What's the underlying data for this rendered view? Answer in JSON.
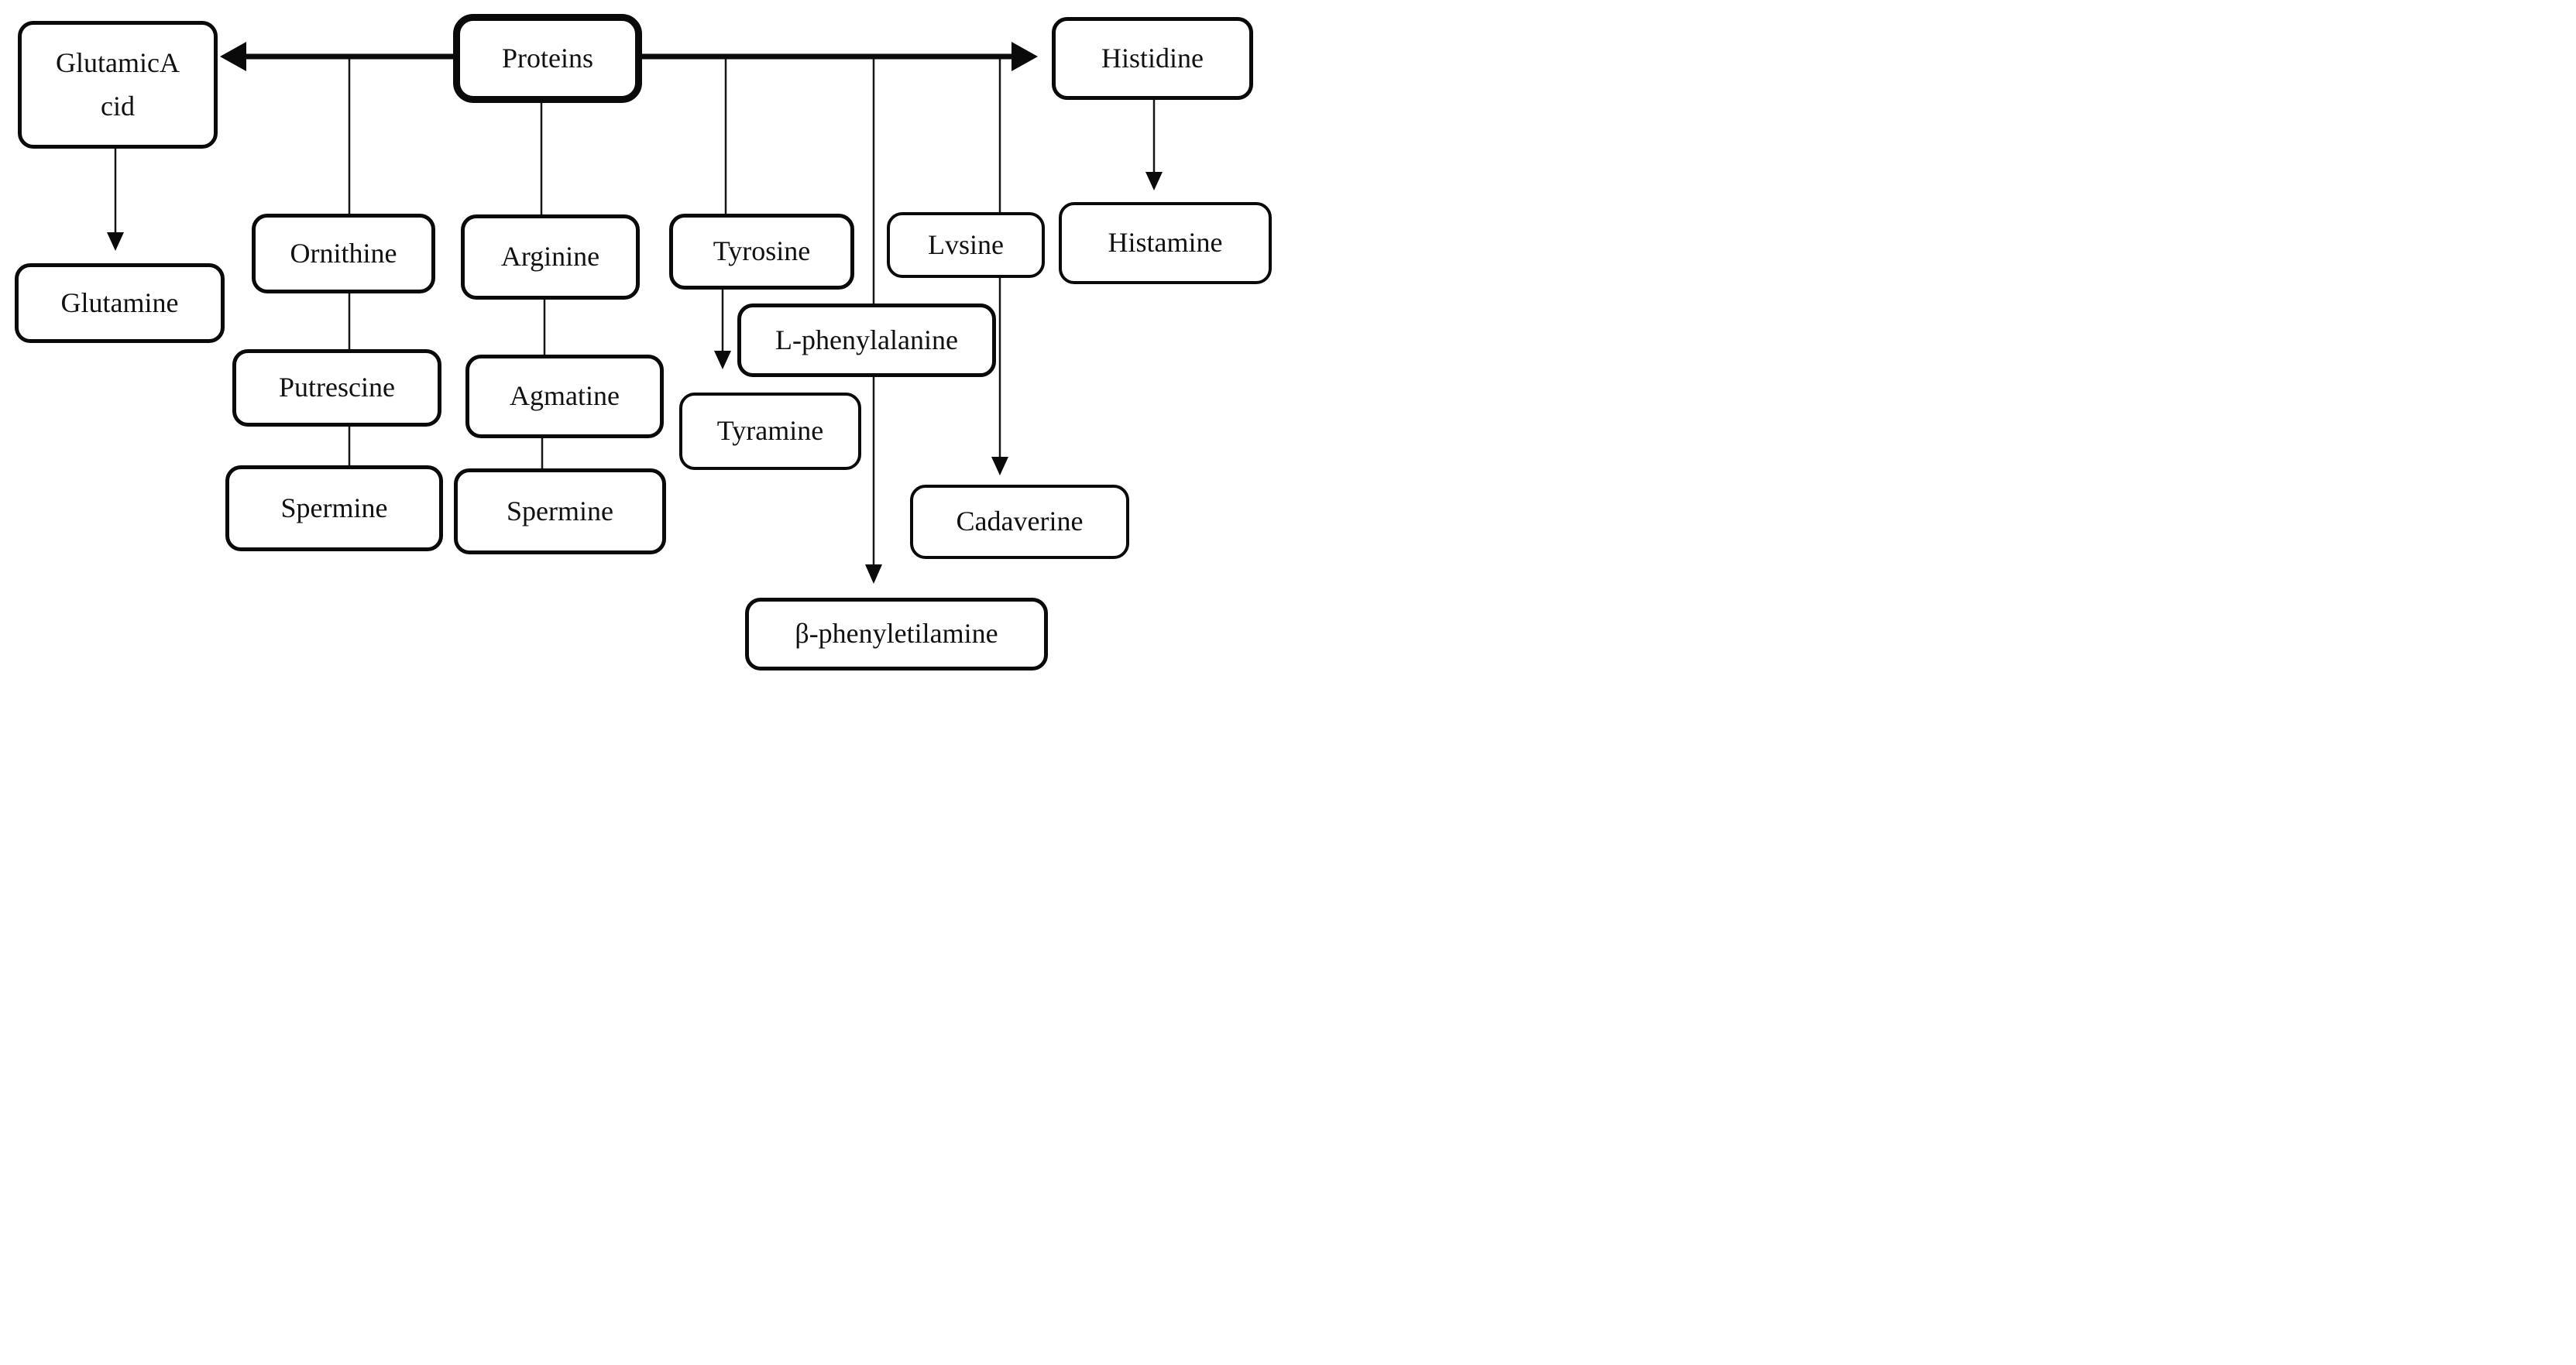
{
  "figure": {
    "type": "flowchart",
    "background_color": "#ffffff",
    "box_fill_color": "#ffffff",
    "box_border_color": "#0a0a0a",
    "line_color": "#161616",
    "text_color": "#111111"
  },
  "nodes": {
    "proteins": {
      "label": "Proteins"
    },
    "glutamic_acid": {
      "label": "GlutamicA\ncid"
    },
    "glutamine": {
      "label": "Glutamine"
    },
    "ornithine": {
      "label": "Ornithine"
    },
    "putrescine": {
      "label": "Putrescine"
    },
    "spermine_left": {
      "label": "Spermine"
    },
    "arginine": {
      "label": "Arginine"
    },
    "agmatine": {
      "label": "Agmatine"
    },
    "spermine_right": {
      "label": "Spermine"
    },
    "tyrosine": {
      "label": "Tyrosine"
    },
    "tyramine": {
      "label": "Tyramine"
    },
    "l_phenylalanine": {
      "label": "L-phenylalanine"
    },
    "beta_phenyletilamine": {
      "label": "β-phenyletilamine"
    },
    "lysine": {
      "label": "Lvsine"
    },
    "cadaverine": {
      "label": "Cadaverine"
    },
    "histidine": {
      "label": "Histidine"
    },
    "histamine": {
      "label": "Histamine"
    }
  },
  "edges": [
    {
      "from": "proteins",
      "to": "glutamic_acid",
      "style": "thick-arrow"
    },
    {
      "from": "proteins",
      "to": "histidine",
      "style": "thick-arrow"
    },
    {
      "from": "proteins",
      "to": "ornithine",
      "style": "line"
    },
    {
      "from": "proteins",
      "to": "arginine",
      "style": "line"
    },
    {
      "from": "proteins",
      "to": "tyrosine",
      "style": "line"
    },
    {
      "from": "proteins",
      "to": "l_phenylalanine",
      "style": "line"
    },
    {
      "from": "proteins",
      "to": "lysine",
      "style": "line"
    },
    {
      "from": "glutamic_acid",
      "to": "glutamine",
      "style": "arrow"
    },
    {
      "from": "ornithine",
      "to": "putrescine",
      "style": "line"
    },
    {
      "from": "putrescine",
      "to": "spermine_left",
      "style": "line"
    },
    {
      "from": "arginine",
      "to": "agmatine",
      "style": "line"
    },
    {
      "from": "agmatine",
      "to": "spermine_right",
      "style": "line"
    },
    {
      "from": "tyrosine",
      "to": "tyramine",
      "style": "arrow"
    },
    {
      "from": "l_phenylalanine",
      "to": "beta_phenyletilamine",
      "style": "arrow"
    },
    {
      "from": "lysine",
      "to": "cadaverine",
      "style": "arrow"
    },
    {
      "from": "histidine",
      "to": "histamine",
      "style": "arrow"
    }
  ]
}
